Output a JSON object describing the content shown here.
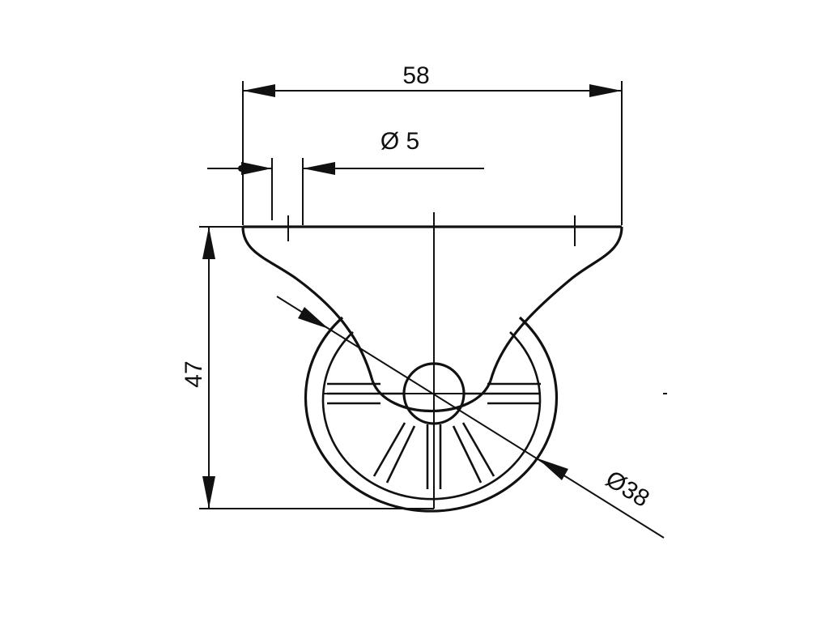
{
  "drawing": {
    "subject": "fixed-castor",
    "line_color": "#111111",
    "background_color": "#ffffff"
  },
  "dimensions": {
    "overall_width": "58",
    "hole_diameter": "Ø 5",
    "overall_height": "47",
    "wheel_diameter": "Ø38"
  }
}
